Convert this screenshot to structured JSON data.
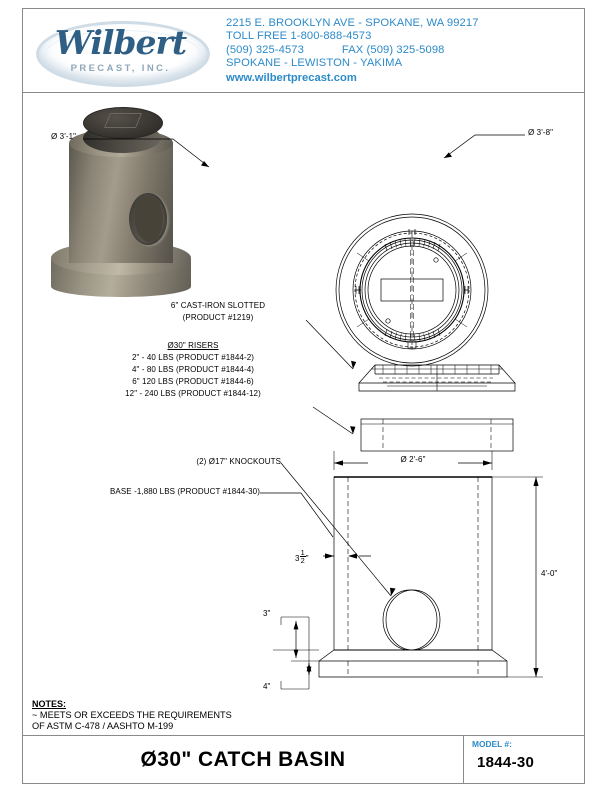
{
  "company": {
    "logo_name": "Wilbert",
    "logo_sub": "PRECAST, INC.",
    "address": "2215 E. BROOKLYN AVE - SPOKANE, WA 99217",
    "toll_free": "TOLL FREE  1-800-888-4573",
    "phone": "(509) 325-4573",
    "fax": "FAX (509) 325-5098",
    "locations": "SPOKANE - LEWISTON - YAKIMA",
    "website": "www.wilbertprecast.com",
    "brand_blue": "#2d8bc9"
  },
  "drawing": {
    "top_view": {
      "dim_inner": "Ø 3'-1\"",
      "dim_outer": "Ø 3'-8\""
    },
    "callouts": {
      "grate_line1": "6\" CAST-IRON SLOTTED",
      "grate_line2": "(PRODUCT #1219)",
      "risers_title": "Ø30\" RISERS",
      "riser_2": "2\" - 40 LBS (PRODUCT #1844-2)",
      "riser_4": "4\" - 80 LBS (PRODUCT #1844-4)",
      "riser_6": "6\" 120 LBS (PRODUCT #1844-6)",
      "riser_12": "12\" - 240 LBS (PRODUCT #1844-12)",
      "knockouts": "(2) Ø17\" KNOCKOUTS",
      "base": "BASE -1,880 LBS (PRODUCT #1844-30)"
    },
    "dimensions": {
      "barrel_dia": "Ø 2'-6\"",
      "wall_thickness_whole": "3",
      "wall_thickness_num": "1",
      "wall_thickness_den": "2",
      "wall_thickness_unit": "\"",
      "height": "4'-0\"",
      "haunch": "3\"",
      "footing": "4\""
    }
  },
  "notes": {
    "heading": "NOTES:",
    "line1": "~ MEETS OR EXCEEDS THE REQUIREMENTS",
    "line2": "OF ASTM C-478 / AASHTO M-199"
  },
  "title_block": {
    "title": "Ø30\" CATCH BASIN",
    "model_label": "MODEL #:",
    "model_value": "1844-30"
  }
}
